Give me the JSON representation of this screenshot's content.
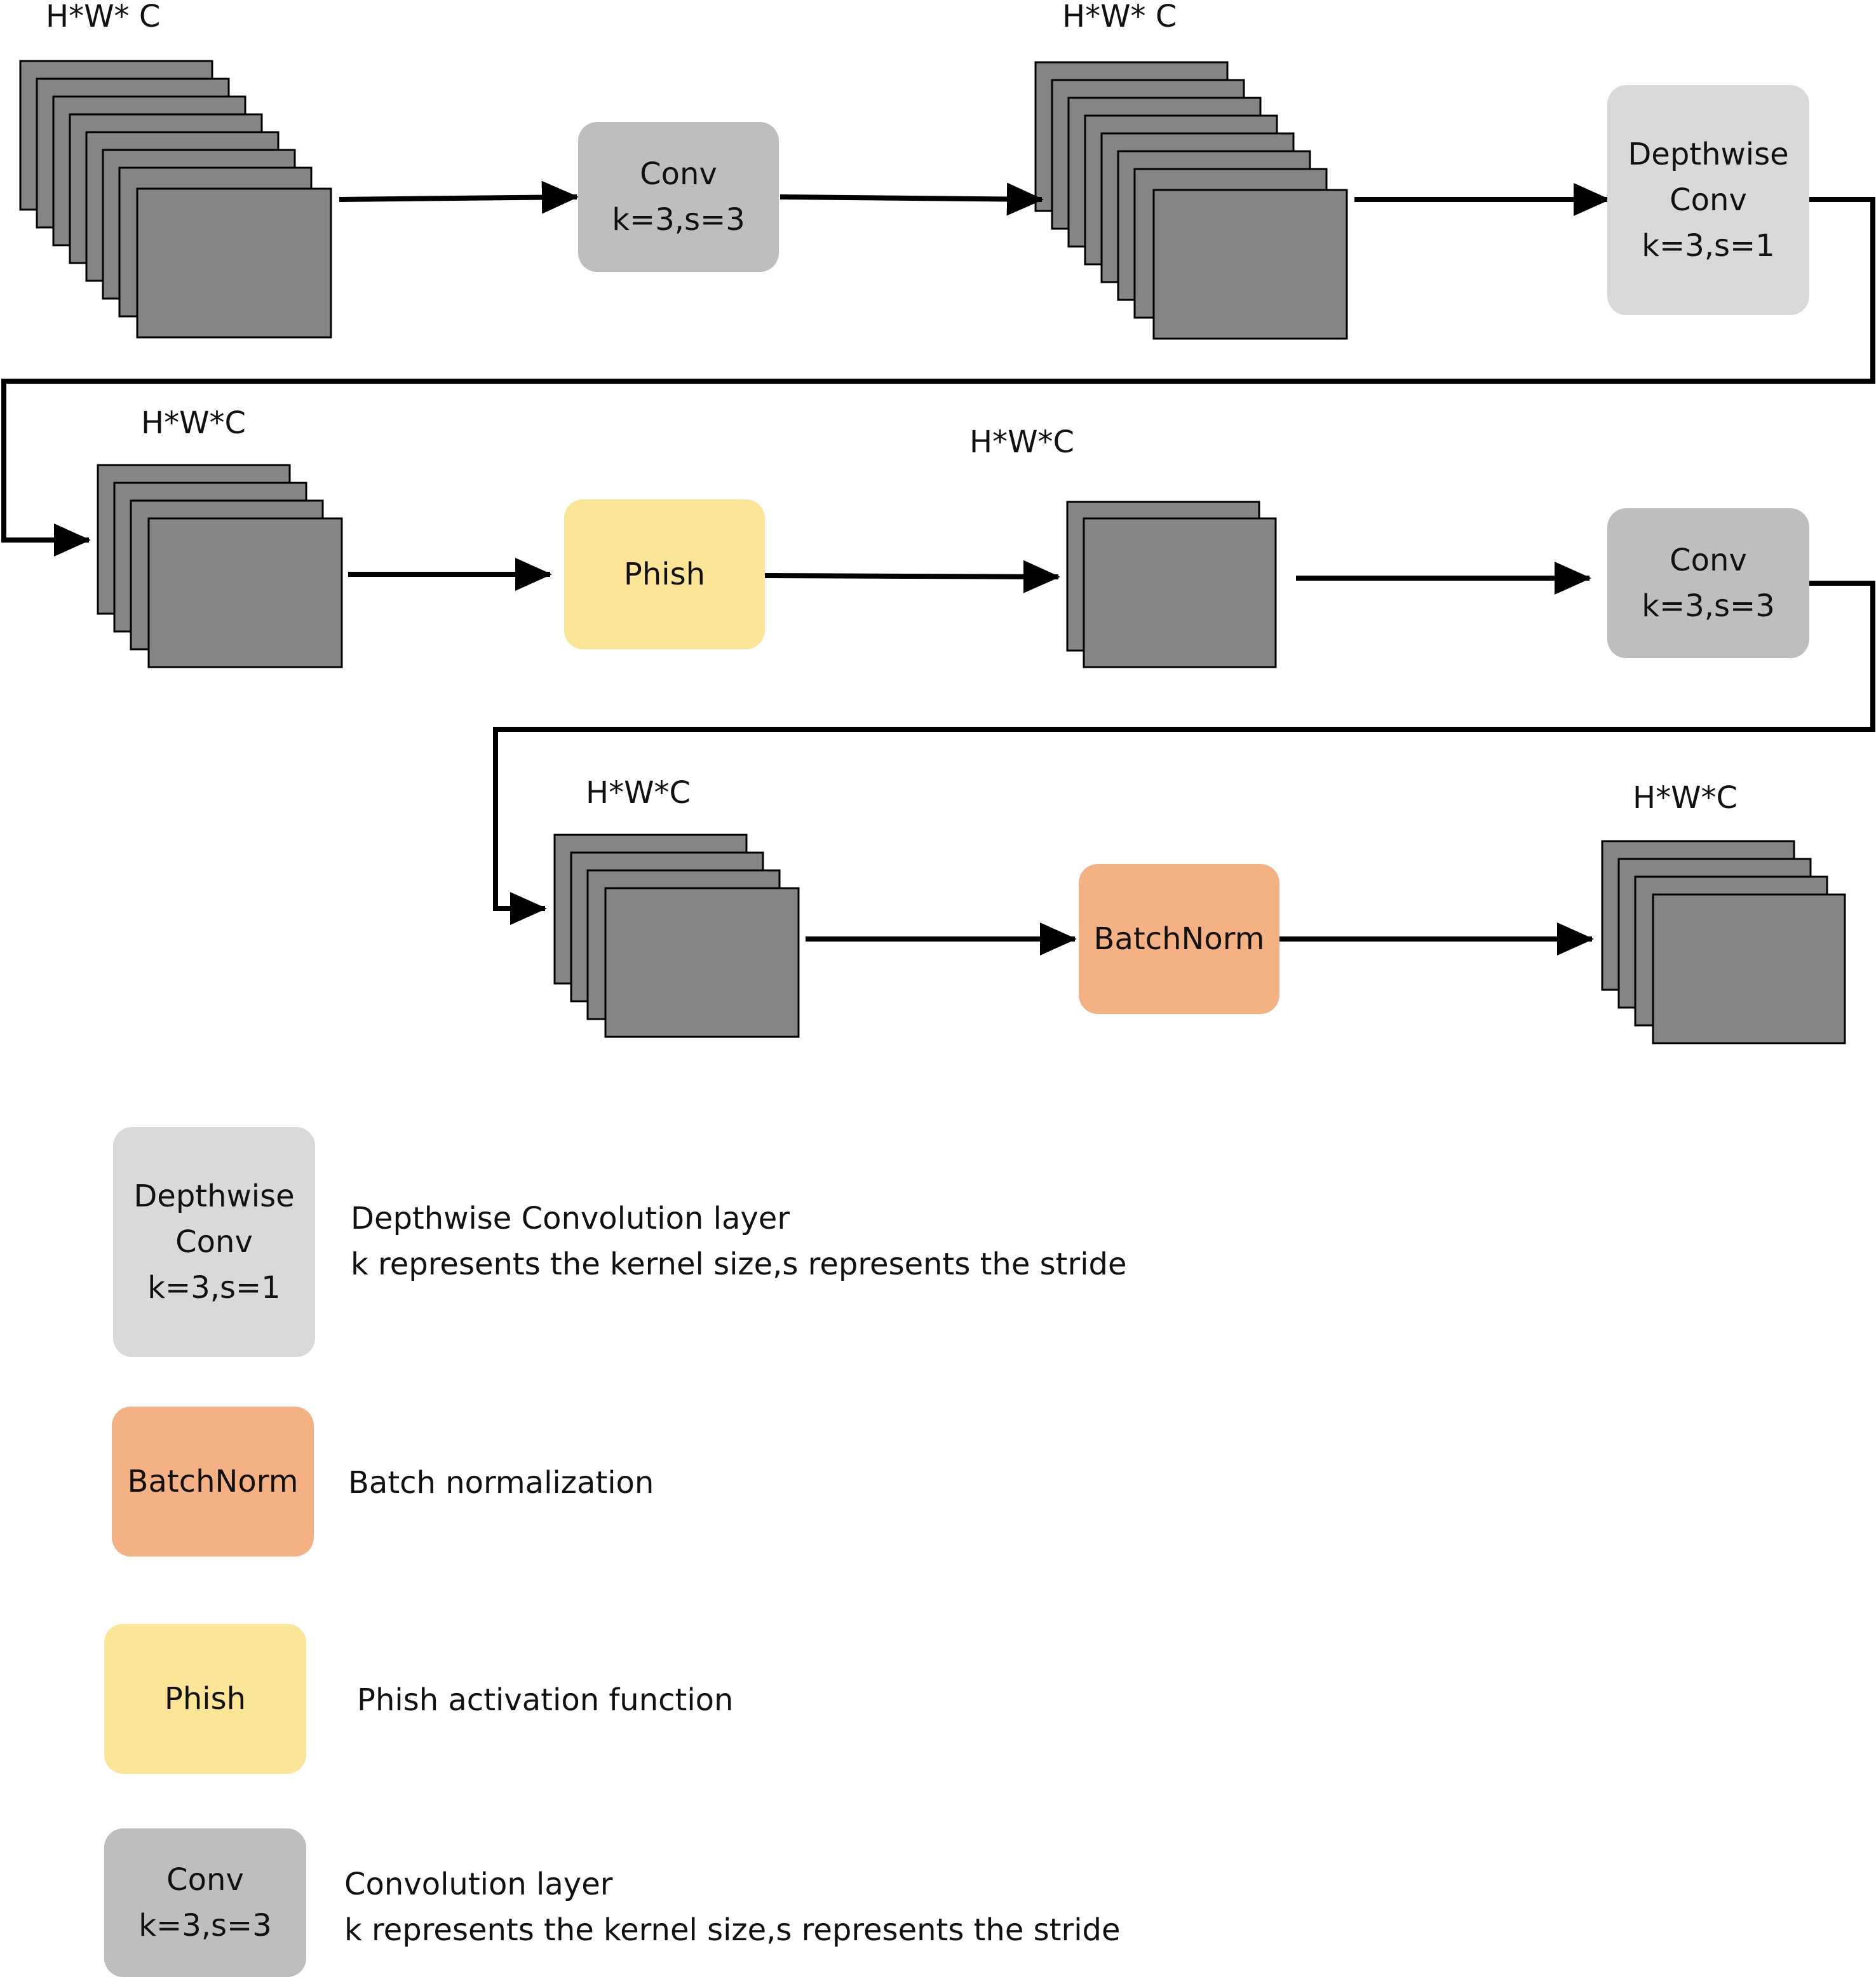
{
  "feature_labels": {
    "fm1": "H*W* C",
    "fm2": "H*W* C",
    "fm3": "H*W*C",
    "fm4": "H*W*C",
    "fm5": "H*W*C",
    "fm6": "H*W*C"
  },
  "nodes": {
    "conv1": {
      "line1": "Conv",
      "line2": "k=3,s=3"
    },
    "depthwise": {
      "line1": "Depthwise",
      "line2": "Conv",
      "line3": "k=3,s=1"
    },
    "phish": {
      "line1": "Phish"
    },
    "conv2": {
      "line1": "Conv",
      "line2": "k=3,s=3"
    },
    "batchnorm": {
      "line1": "BatchNorm"
    }
  },
  "legend": {
    "depthwise": {
      "line1": "Depthwise",
      "line2": "Conv",
      "line3": "k=3,s=1",
      "desc1": "Depthwise Convolution layer",
      "desc2": "k represents the kernel size,s represents the stride"
    },
    "batchnorm": {
      "line1": "BatchNorm",
      "desc1": "Batch normalization"
    },
    "phish": {
      "line1": "Phish",
      "desc1": "Phish activation function"
    },
    "conv": {
      "line1": "Conv",
      "line2": "k=3,s=3",
      "desc1": "Convolution layer",
      "desc2": "k represents the kernel size,s represents the stride"
    }
  },
  "colors": {
    "feature_map": "#858585",
    "conv": "#bebebe",
    "depthwise": "#d9d9d9",
    "phish": "#fce597",
    "batchnorm": "#f4b183",
    "arrow": "#000000"
  }
}
